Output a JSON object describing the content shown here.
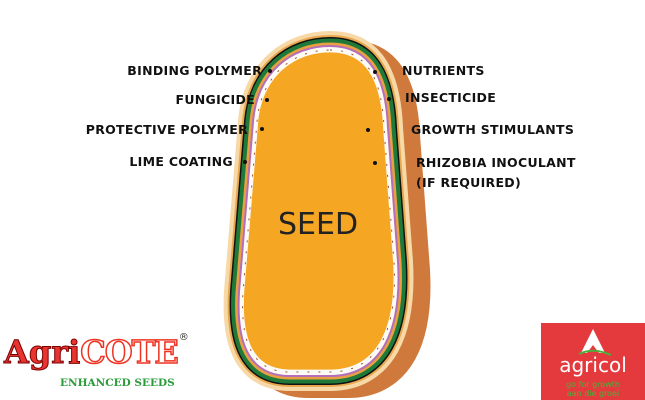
{
  "diagram": {
    "center_label": "SEED",
    "left_labels": [
      "BINDING POLYMER",
      "FUNGICIDE",
      "PROTECTIVE POLYMER",
      "LIME COATING"
    ],
    "right_labels": [
      "NUTRIENTS",
      "INSECTICIDE",
      "GROWTH STIMULANTS",
      "RHIZOBIA INOCULANT",
      "(IF REQUIRED)"
    ],
    "colors": {
      "seed": "#f5a623",
      "coat_outer": "#f7d9a8",
      "shadow": "#cf7a3c",
      "green": "#1f7a3a",
      "purple": "#b46fb8"
    }
  },
  "logos": {
    "agricote": {
      "agri": "Agri",
      "cote": "COTE",
      "reg": "®",
      "tagline": "ENHANCED SEEDS"
    },
    "agricol": {
      "name": "agricol",
      "tagline_1": "go for growth",
      "tagline_2": "aan die groei"
    }
  }
}
